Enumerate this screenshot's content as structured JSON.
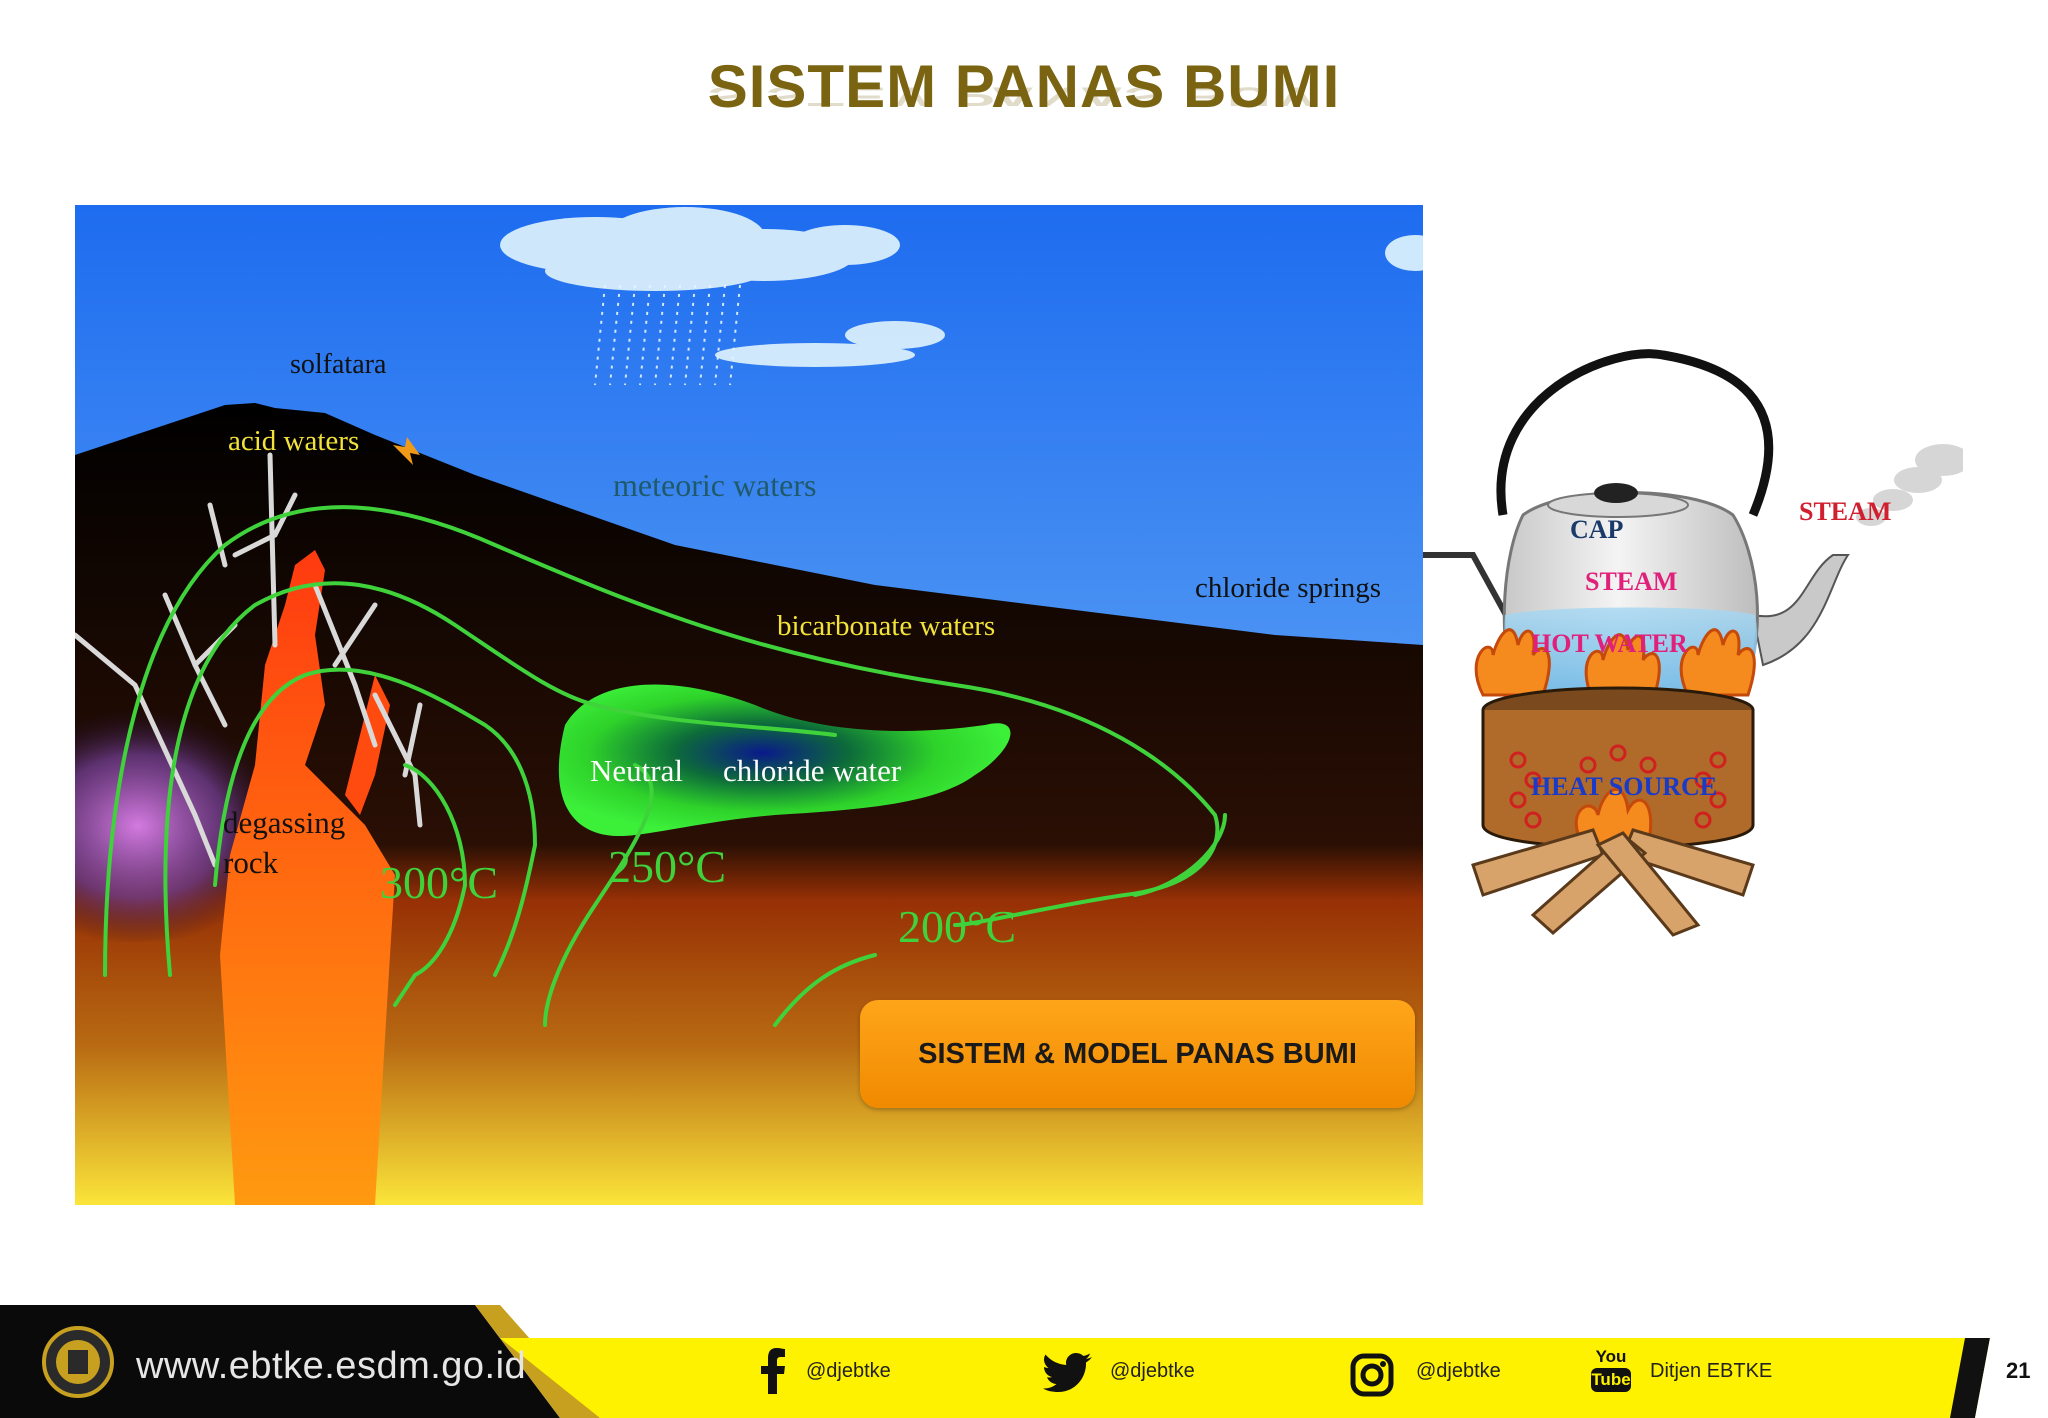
{
  "title": "SISTEM PANAS BUMI",
  "diagram": {
    "labels": {
      "solfatara": "solfatara",
      "acid_waters": "acid waters",
      "meteoric_waters": "meteoric waters",
      "chloride_springs": "chloride springs",
      "bicarbonate_waters": "bicarbonate waters",
      "neutral": "Neutral",
      "chloride_water": "chloride water",
      "degassing": "degassing",
      "rock": "rock",
      "t300": "300°C",
      "t250": "250°C",
      "t200": "200°C"
    },
    "caption": "SISTEM & MODEL PANAS BUMI"
  },
  "kettle": {
    "labels": {
      "cap": "CAP",
      "steam_inside": "STEAM",
      "steam_outside": "STEAM",
      "hot_water": "HOT WATER",
      "heat_source": "HEAT SOURCE"
    }
  },
  "footer": {
    "website": "www.ebtke.esdm.go.id",
    "facebook": "@djebtke",
    "twitter": "@djebtke",
    "instagram": "@djebtke",
    "youtube_top": "You",
    "youtube_bottom": "Tube",
    "youtube": "Ditjen EBTKE",
    "page_number": "21"
  },
  "colors": {
    "title": "#7a6412",
    "isotherm": "#3fd23a",
    "accent_yellow": "#fff200",
    "caption_orange": "#f59500"
  }
}
